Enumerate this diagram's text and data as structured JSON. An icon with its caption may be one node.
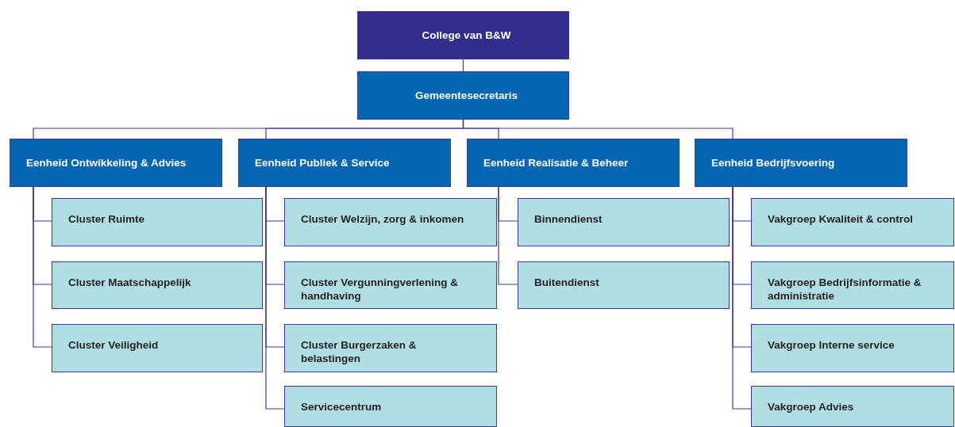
{
  "diagram": {
    "nodes": [
      {
        "text": [
          "College van B&W"
        ]
      },
      {
        "text": [
          "Gemeentesecretaris"
        ]
      },
      {
        "text": [
          "Eenheid Ontwikkeling & Advies"
        ]
      },
      {
        "text": [
          "Eenheid Publiek & Service"
        ]
      },
      {
        "text": [
          "Eenheid Realisatie & Beheer"
        ]
      },
      {
        "text": [
          "Eenheid Bedrijfsvoering"
        ]
      },
      {
        "text": [
          "Cluster Ruimte"
        ]
      },
      {
        "text": [
          "Cluster Maatschappelijk"
        ]
      },
      {
        "text": [
          "Cluster Veiligheid"
        ]
      },
      {
        "text": [
          "Cluster Welzijn, zorg & inkomen"
        ]
      },
      {
        "text": [
          "Cluster Vergunningverlening & handhaving"
        ]
      },
      {
        "text": [
          "Cluster Burgerzaken & belastingen"
        ]
      },
      {
        "text": [
          "Servicecentrum"
        ]
      },
      {
        "text": [
          "Binnendienst"
        ]
      },
      {
        "text": [
          "Buitendienst"
        ]
      },
      {
        "text": [
          "Vakgroep Kwaliteit & control"
        ]
      },
      {
        "text": [
          "Vakgroep Bedrijfsinformatie & administratie"
        ]
      },
      {
        "text": [
          "Vakgroep Interne service"
        ]
      },
      {
        "text": [
          "Vakgroep Advies"
        ]
      }
    ],
    "edges": [
      {
        "from": 0,
        "to": 1,
        "arrow": "none"
      },
      {
        "from": 1,
        "to": 2,
        "arrow": "none"
      },
      {
        "from": 1,
        "to": 3,
        "arrow": "none"
      },
      {
        "from": 1,
        "to": 4,
        "arrow": "none"
      },
      {
        "from": 1,
        "to": 5,
        "arrow": "none"
      },
      {
        "from": 2,
        "to": 6,
        "arrow": "none"
      },
      {
        "from": 2,
        "to": 7,
        "arrow": "none"
      },
      {
        "from": 2,
        "to": 8,
        "arrow": "none"
      },
      {
        "from": 3,
        "to": 9,
        "arrow": "none"
      },
      {
        "from": 3,
        "to": 10,
        "arrow": "none"
      },
      {
        "from": 3,
        "to": 11,
        "arrow": "none"
      },
      {
        "from": 3,
        "to": 12,
        "arrow": "none"
      },
      {
        "from": 4,
        "to": 13,
        "arrow": "none"
      },
      {
        "from": 4,
        "to": 14,
        "arrow": "none"
      },
      {
        "from": 5,
        "to": 15,
        "arrow": "none"
      },
      {
        "from": 5,
        "to": 16,
        "arrow": "none"
      },
      {
        "from": 5,
        "to": 17,
        "arrow": "none"
      },
      {
        "from": 5,
        "to": 18,
        "arrow": "none"
      }
    ]
  }
}
